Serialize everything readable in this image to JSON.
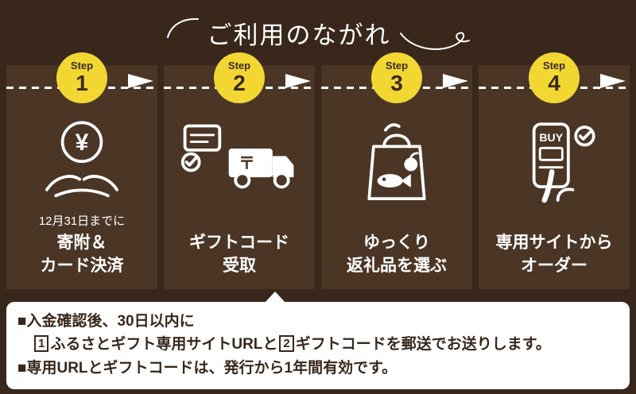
{
  "title": "ご利用のながれ",
  "steps": [
    {
      "step_label": "Step",
      "step_number": "1",
      "note": "12月31日までに",
      "label_line1": "寄附＆",
      "label_line2": "カード決済",
      "icon_yen": "¥"
    },
    {
      "step_label": "Step",
      "step_number": "2",
      "label_line1": "ギフトコード",
      "label_line2": "受取",
      "icon_postal": "〒"
    },
    {
      "step_label": "Step",
      "step_number": "3",
      "label_line1": "ゆっくり",
      "label_line2": "返礼品を選ぶ"
    },
    {
      "step_label": "Step",
      "step_number": "4",
      "label_line1": "専用サイトから",
      "label_line2": "オーダー",
      "icon_buy": "BUY"
    }
  ],
  "footer": {
    "line1": "■入金確認後、30日以内に",
    "badge1": "1",
    "line2_a": "ふるさとギフト専用サイトURLと",
    "badge2": "2",
    "line2_b": "ギフトコードを郵送でお送りします。",
    "line3": "■専用URLとギフトコードは、発行から1年間有効です。"
  },
  "colors": {
    "background": "#38271a",
    "panel": "#4b3626",
    "accent_yellow": "#f2d733",
    "text_white": "#ffffff",
    "footer_bg": "#ffffff",
    "footer_text": "#39281b"
  }
}
